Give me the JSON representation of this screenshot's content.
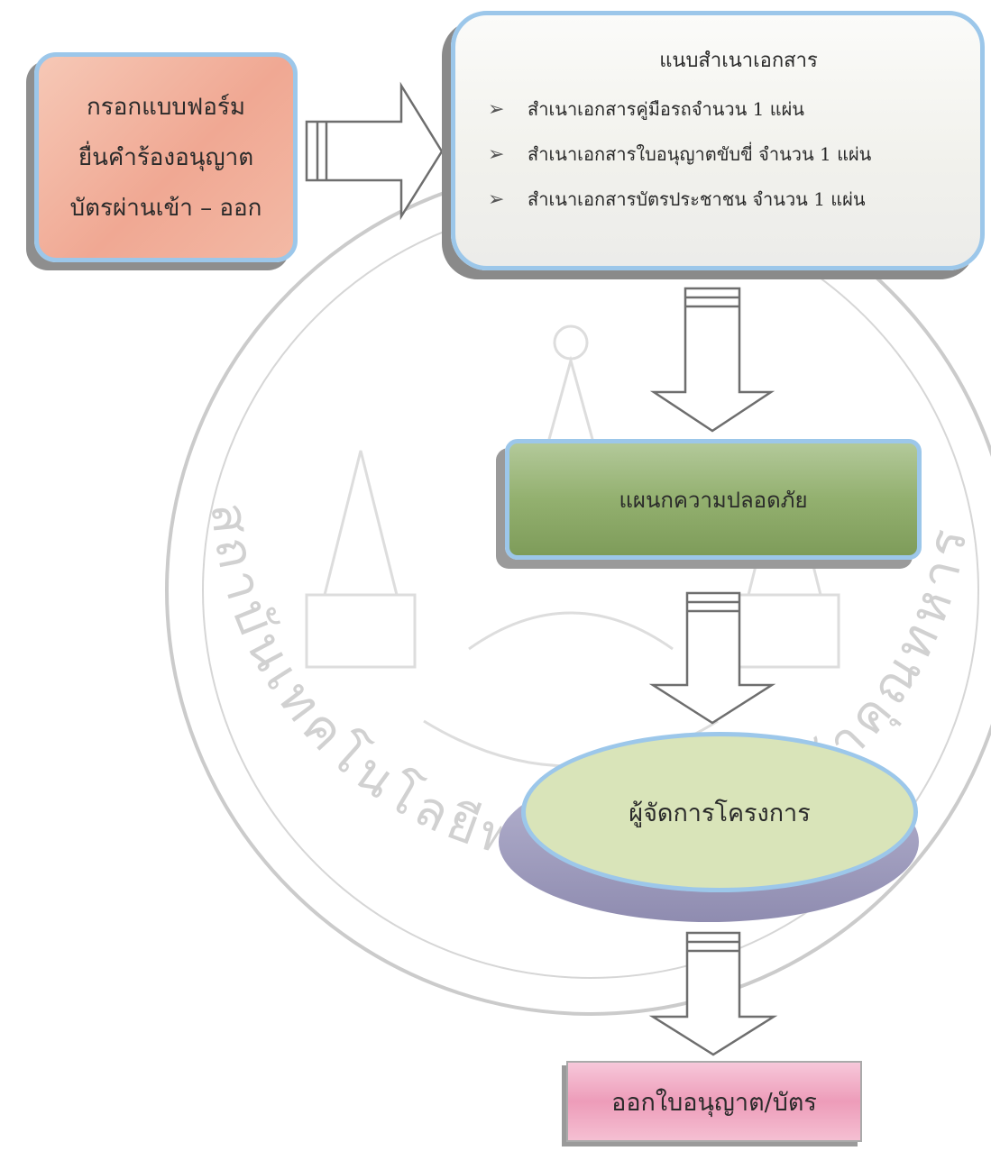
{
  "flow": {
    "form_box": {
      "lines": [
        "กรอกแบบฟอร์ม",
        "ยื่นคำร้องอนุญาต",
        "บัตรผ่านเข้า – ออก"
      ]
    },
    "attach_box": {
      "title": "แนบสำเนาเอกสาร",
      "items": [
        "สำเนาเอกสารคู่มือรถจำนวน 1 แผ่น",
        "สำเนาเอกสารใบอนุญาตขับขี่ จำนวน 1 แผ่น",
        "สำเนาเอกสารบัตรประชาชน จำนวน 1 แผ่น"
      ],
      "bullet_symbol": "➢"
    },
    "safety_box": {
      "label": "แผนกความปลอดภัย"
    },
    "manager": {
      "label": "ผู้จัดการโครงการ"
    },
    "issue_box": {
      "label": "ออกใบอนุญาต/บัตร"
    }
  },
  "watermark": {
    "text": "สถาบันเทคโนโลยีพระจอมเกล้าเจ้าคุณทหารลาดกระบัง"
  },
  "colors": {
    "form_fill": "#f0a893",
    "attach_fill": "#f1f1ec",
    "safety_fill": "#93b06f",
    "manager_fill": "#d9e4b9",
    "manager_shadow": "#8f8cb0",
    "issue_fill": "#ed9cb9",
    "border_blue": "#9cc7ea"
  }
}
